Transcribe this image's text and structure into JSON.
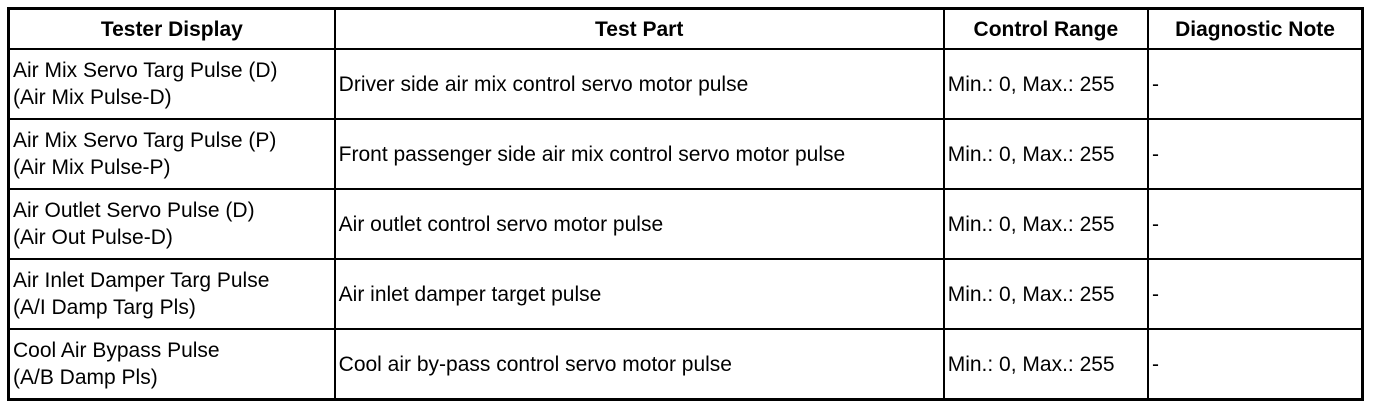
{
  "table": {
    "headers": {
      "tester_display": "Tester Display",
      "test_part": "Test Part",
      "control_range": "Control Range",
      "diagnostic_note": "Diagnostic Note"
    },
    "rows": [
      {
        "display_line1": "Air Mix Servo Targ Pulse (D)",
        "display_line2": "(Air Mix Pulse-D)",
        "test_part": "Driver side air mix control servo motor pulse",
        "control_range": "Min.: 0, Max.: 255",
        "diagnostic_note": "-"
      },
      {
        "display_line1": "Air Mix Servo Targ Pulse (P)",
        "display_line2": "(Air Mix Pulse-P)",
        "test_part": "Front passenger side air mix control servo motor pulse",
        "control_range": "Min.: 0, Max.: 255",
        "diagnostic_note": "-"
      },
      {
        "display_line1": "Air Outlet Servo Pulse (D)",
        "display_line2": "(Air Out Pulse-D)",
        "test_part": "Air outlet control servo motor pulse",
        "control_range": "Min.: 0, Max.: 255",
        "diagnostic_note": "-"
      },
      {
        "display_line1": "Air Inlet Damper Targ Pulse",
        "display_line2": "(A/I Damp Targ Pls)",
        "test_part": "Air inlet damper target pulse",
        "control_range": "Min.: 0, Max.: 255",
        "diagnostic_note": "-"
      },
      {
        "display_line1": "Cool Air Bypass Pulse",
        "display_line2": "(A/B Damp Pls)",
        "test_part": "Cool air by-pass control servo motor pulse",
        "control_range": "Min.: 0, Max.: 255",
        "diagnostic_note": "-"
      }
    ]
  }
}
